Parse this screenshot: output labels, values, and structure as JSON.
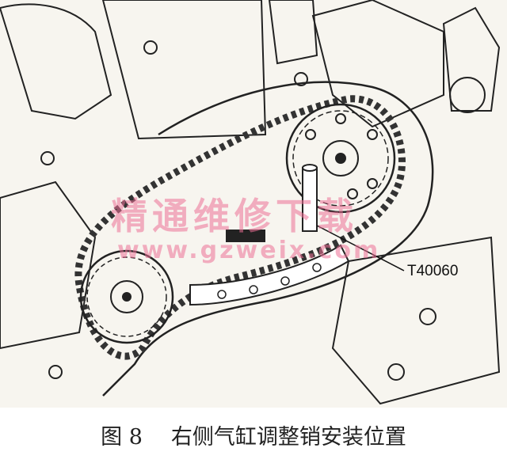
{
  "figure": {
    "callout_label": "T40060",
    "watermark": {
      "text": "精通维修下载",
      "url": "www.gzweix.com",
      "color": "#ec7096"
    }
  },
  "caption": {
    "number": "图 8",
    "title": "右侧气缸调整销安装位置"
  }
}
